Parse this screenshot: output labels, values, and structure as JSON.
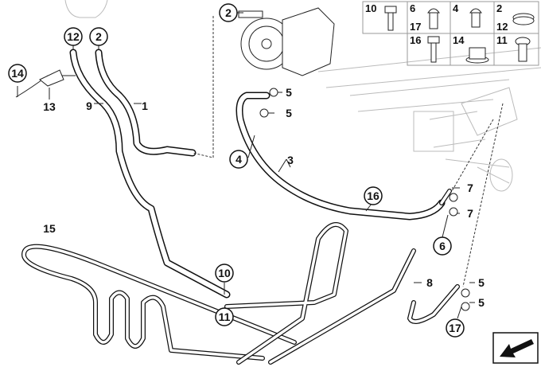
{
  "legend": {
    "cells": [
      {
        "top": "10",
        "bottom": "",
        "icon": "hex-bolt-icon"
      },
      {
        "top": "6",
        "bottom": "17",
        "icon": "banjo-bolt-icon"
      },
      {
        "top": "4",
        "bottom": "",
        "icon": "banjo-bolt-icon"
      },
      {
        "top": "2",
        "bottom": "12",
        "icon": "hose-clamp-icon"
      },
      {
        "top": "16",
        "bottom": "",
        "icon": "hex-bolt-icon"
      },
      {
        "top": "14",
        "bottom": "",
        "icon": "collar-nut-icon"
      },
      {
        "top": "11",
        "bottom": "",
        "icon": "socket-screw-icon"
      }
    ]
  },
  "callouts": {
    "c2_top": "2",
    "c12": "12",
    "c2": "2",
    "c14": "14",
    "c4": "4",
    "c16": "16",
    "c6": "6",
    "c10": "10",
    "c11": "11",
    "c17": "17"
  },
  "labels": {
    "l13": "13",
    "l9": "9",
    "l1": "1",
    "l5a": "5",
    "l5b": "5",
    "l3": "3",
    "l7a": "7",
    "l7b": "7",
    "l15": "15",
    "l8": "8",
    "l5c": "5",
    "l5d": "5"
  }
}
